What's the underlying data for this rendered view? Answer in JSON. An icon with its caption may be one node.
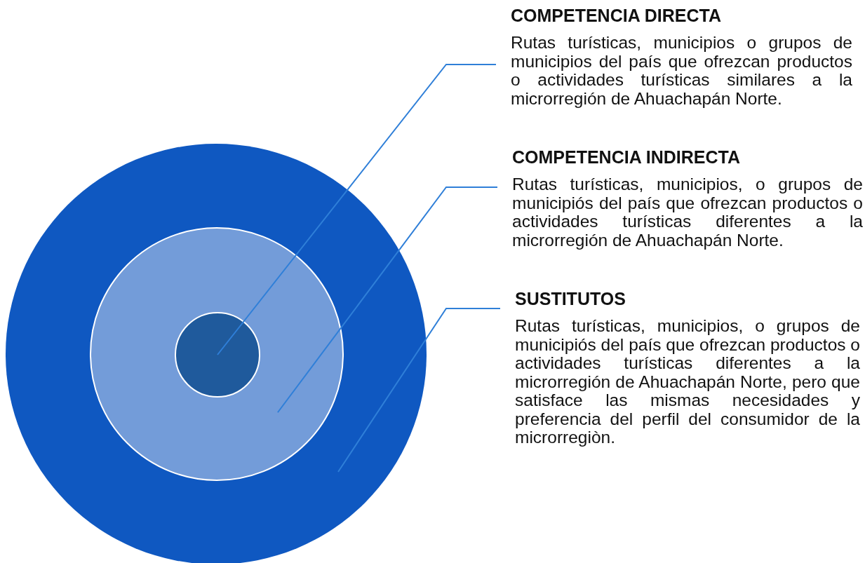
{
  "diagram": {
    "nodes": [
      {
        "text": [],
        "shape": "circle"
      },
      {
        "text": [],
        "shape": "circle",
        "in": 0
      },
      {
        "text": [],
        "shape": "circle",
        "in": 1
      },
      {
        "text": [
          "COMPETENCIA DIRECTA",
          "Rutas turísticas, municipios o grupos de municipios del país que ofrezcan productos o actividades turísticas similares a la microrregión de Ahuachapán Norte."
        ]
      },
      {
        "text": [
          "COMPETENCIA INDIRECTA",
          "Rutas turísticas, municipios, o grupos de municipiós del país que ofrezcan productos o actividades turísticas diferentes a la microrregión de Ahuachapán Norte."
        ]
      },
      {
        "text": [
          "SUSTITUTOS",
          "Rutas turísticas, municipios, o grupos de municipiós del país que ofrezcan productos o actividades turísticas diferentes a la microrregión de Ahuachapán Norte, pero que satisface las mismas necesidades y preferencia del perfil del consumidor de la microrregiòn."
        ]
      }
    ],
    "edges": [
      {
        "from": 3,
        "to": 2,
        "arrow": "none"
      },
      {
        "from": 4,
        "to": 1,
        "arrow": "none"
      },
      {
        "from": 5,
        "to": 0,
        "arrow": "none"
      }
    ]
  }
}
